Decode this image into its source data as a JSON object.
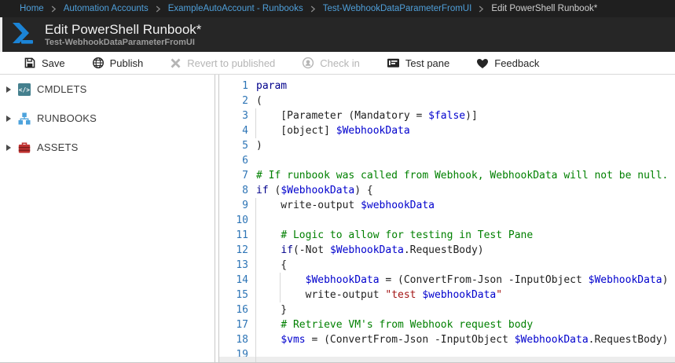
{
  "breadcrumb": {
    "items": [
      {
        "label": "Home",
        "link": true
      },
      {
        "label": "Automation Accounts",
        "link": true
      },
      {
        "label": "ExampleAutoAccount - Runbooks",
        "link": true
      },
      {
        "label": "Test-WebhookDataParameterFromUI",
        "link": true
      },
      {
        "label": "Edit PowerShell Runbook*",
        "link": false
      }
    ]
  },
  "header": {
    "title": "Edit PowerShell Runbook*",
    "subtitle": "Test-WebhookDataParameterFromUI",
    "icon": "powershell"
  },
  "toolbar": {
    "buttons": [
      {
        "label": "Save",
        "icon": "save",
        "enabled": true
      },
      {
        "label": "Publish",
        "icon": "publish-globe",
        "enabled": true
      },
      {
        "label": "Revert to published",
        "icon": "revert-x",
        "enabled": false
      },
      {
        "label": "Check in",
        "icon": "check-in",
        "enabled": false
      },
      {
        "label": "Test pane",
        "icon": "test-pane",
        "enabled": true
      },
      {
        "label": "Feedback",
        "icon": "feedback-heart",
        "enabled": true
      }
    ]
  },
  "sidebar": {
    "items": [
      {
        "label": "CMDLETS",
        "icon": "cmdlets"
      },
      {
        "label": "RUNBOOKS",
        "icon": "runbooks"
      },
      {
        "label": "ASSETS",
        "icon": "assets"
      }
    ]
  },
  "editor": {
    "language": "PowerShell",
    "lines": [
      {
        "tokens": [
          [
            "kw",
            "param"
          ]
        ]
      },
      {
        "tokens": [
          [
            "pl",
            "("
          ]
        ]
      },
      {
        "tokens": [
          [
            "pl",
            "    [Parameter (Mandatory = "
          ],
          [
            "var",
            "$false"
          ],
          [
            "pl",
            ")]"
          ]
        ]
      },
      {
        "tokens": [
          [
            "pl",
            "    [object] "
          ],
          [
            "var",
            "$WebhookData"
          ]
        ]
      },
      {
        "tokens": [
          [
            "pl",
            ")"
          ]
        ]
      },
      {
        "tokens": []
      },
      {
        "tokens": [
          [
            "com",
            "# If runbook was called from Webhook, WebhookData will not be null."
          ]
        ]
      },
      {
        "tokens": [
          [
            "kw",
            "if"
          ],
          [
            "pl",
            " ("
          ],
          [
            "var",
            "$WebhookData"
          ],
          [
            "pl",
            ") {"
          ]
        ]
      },
      {
        "tokens": [
          [
            "pl",
            "    write-output "
          ],
          [
            "var",
            "$webhookData"
          ]
        ]
      },
      {
        "tokens": []
      },
      {
        "tokens": [
          [
            "pl",
            "    "
          ],
          [
            "com",
            "# Logic to allow for testing in Test Pane"
          ]
        ]
      },
      {
        "tokens": [
          [
            "pl",
            "    "
          ],
          [
            "kw",
            "if"
          ],
          [
            "pl",
            "(-Not "
          ],
          [
            "var",
            "$WebhookData"
          ],
          [
            "pl",
            ".RequestBody)"
          ]
        ]
      },
      {
        "tokens": [
          [
            "pl",
            "    {"
          ]
        ]
      },
      {
        "tokens": [
          [
            "pl",
            "        "
          ],
          [
            "var",
            "$WebhookData"
          ],
          [
            "pl",
            " = (ConvertFrom-Json -InputObject "
          ],
          [
            "var",
            "$WebhookData"
          ],
          [
            "pl",
            ")"
          ]
        ]
      },
      {
        "tokens": [
          [
            "pl",
            "        write-output "
          ],
          [
            "str",
            "\"test "
          ],
          [
            "var",
            "$webhookData"
          ],
          [
            "str",
            "\""
          ]
        ]
      },
      {
        "tokens": [
          [
            "pl",
            "    }"
          ]
        ]
      },
      {
        "tokens": [
          [
            "pl",
            "    "
          ],
          [
            "com",
            "# Retrieve VM's from Webhook request body"
          ]
        ]
      },
      {
        "tokens": [
          [
            "pl",
            "    "
          ],
          [
            "var",
            "$vms"
          ],
          [
            "pl",
            " = (ConvertFrom-Json -InputObject "
          ],
          [
            "var",
            "$WebhookData"
          ],
          [
            "pl",
            ".RequestBody)"
          ]
        ]
      },
      {
        "tokens": []
      }
    ],
    "indent_guides": [
      {
        "col": 0,
        "from": 3,
        "to": 4
      },
      {
        "col": 0,
        "from": 9,
        "to": 19
      },
      {
        "col": 4,
        "from": 14,
        "to": 15
      }
    ]
  },
  "colors": {
    "accent_blue": "#1b84d6",
    "breadcrumb_link": "#4f9fd9",
    "line_number": "#2e75b6",
    "keyword": "#00008b",
    "variable": "#0000cd",
    "comment": "#008000",
    "string": "#a31515",
    "cmdlets_icon": "#45808e",
    "runbooks_icon": "#4da3dc",
    "assets_icon": "#c03230"
  }
}
